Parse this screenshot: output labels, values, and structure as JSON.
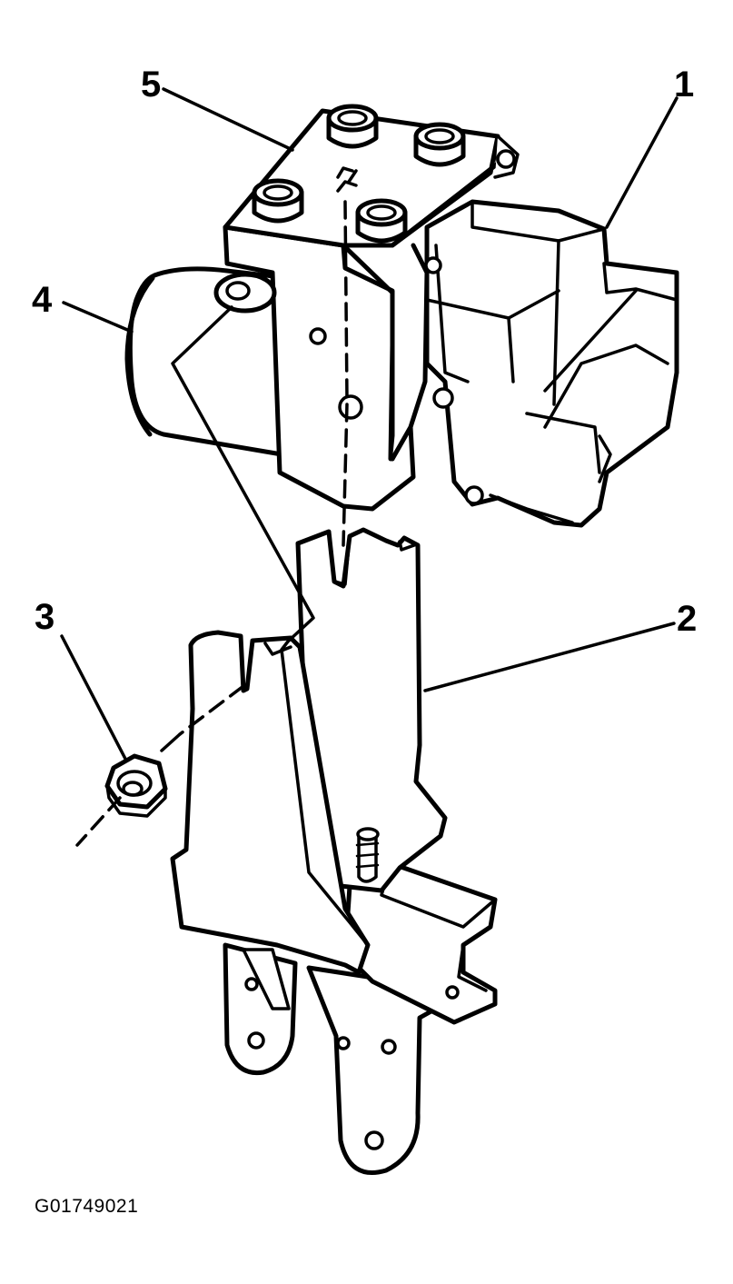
{
  "callouts": [
    {
      "id": "1",
      "label": "1"
    },
    {
      "id": "2",
      "label": "2"
    },
    {
      "id": "3",
      "label": "3"
    },
    {
      "id": "4",
      "label": "4"
    },
    {
      "id": "5",
      "label": "5"
    }
  ],
  "figure_id": "G01749021",
  "colors": {
    "ink": "#000000",
    "background": "#ffffff"
  }
}
